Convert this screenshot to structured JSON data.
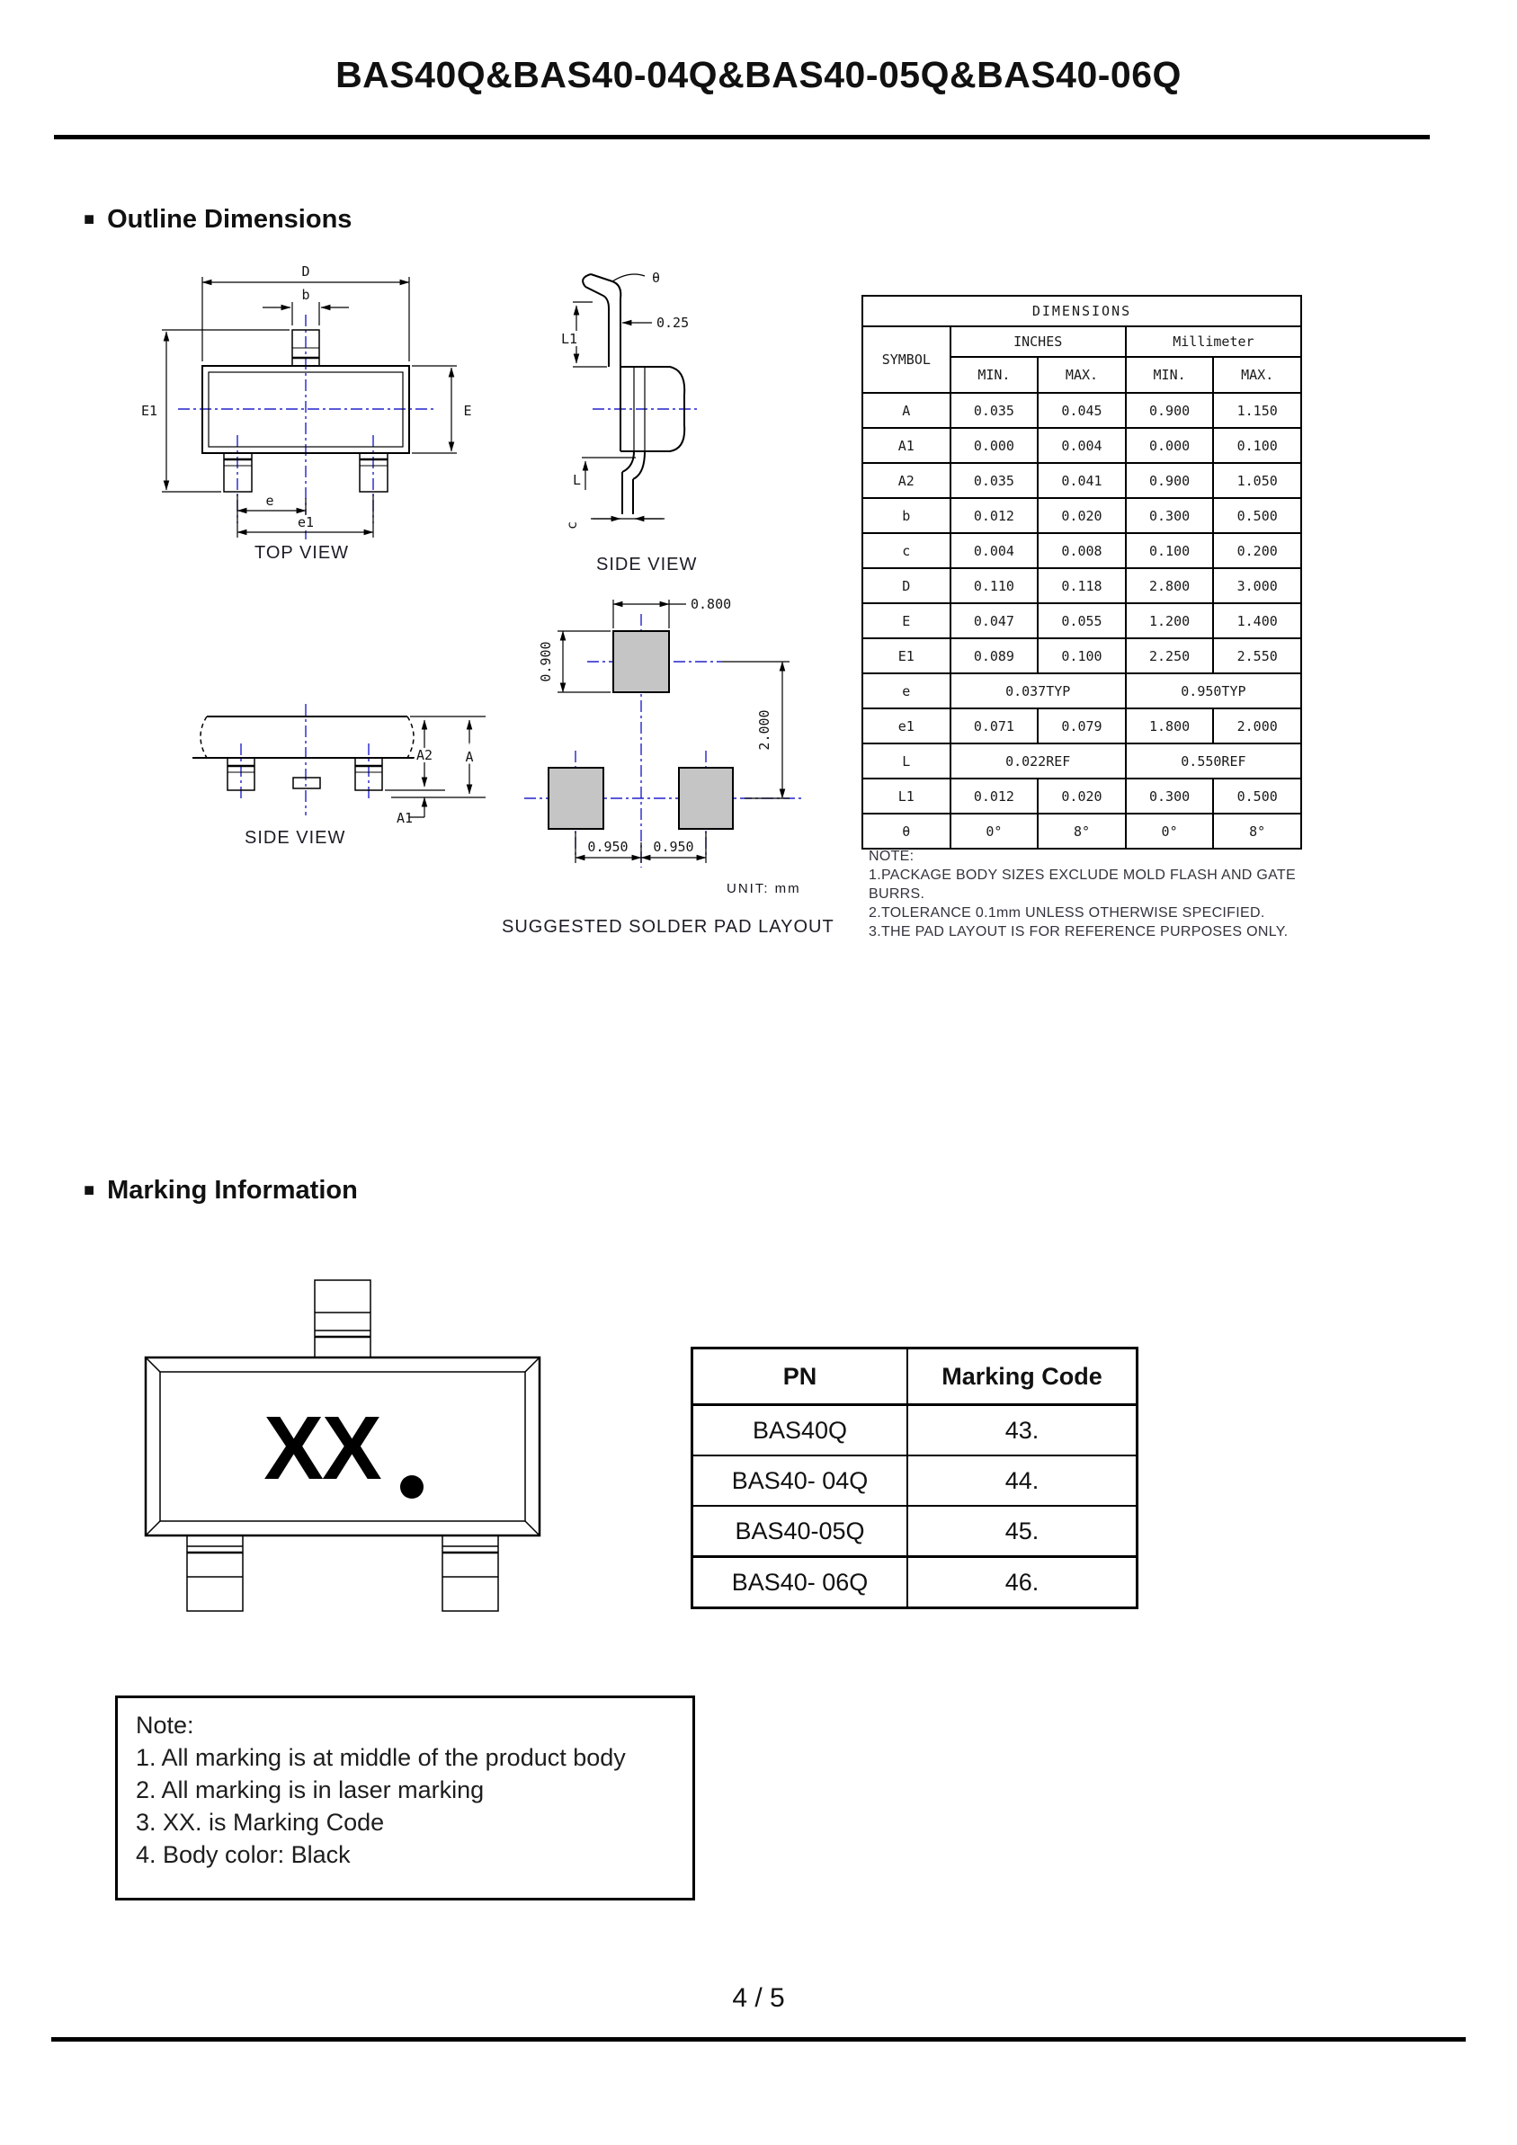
{
  "page": {
    "title": "BAS40Q&BAS40-04Q&BAS40-05Q&BAS40-06Q",
    "page_number": "4 / 5"
  },
  "sections": {
    "outline": {
      "bullet": "■",
      "heading": "Outline Dimensions"
    },
    "marking": {
      "bullet": "■",
      "heading": "Marking Information"
    }
  },
  "drawings": {
    "top_view": {
      "label": "TOP VIEW",
      "dim_D": "D",
      "dim_b": "b",
      "dim_E1": "E1",
      "dim_E": "E",
      "dim_e": "e",
      "dim_e1": "e1"
    },
    "side_view_right": {
      "label": "SIDE VIEW",
      "dim_theta": "θ",
      "dim_offset": "0.25",
      "dim_L1": "L1",
      "dim_L": "L",
      "dim_c": "c"
    },
    "side_view_left": {
      "label": "SIDE VIEW",
      "dim_A2": "A2",
      "dim_A": "A",
      "dim_A1": "A1"
    },
    "pad_layout": {
      "label": "SUGGESTED SOLDER PAD LAYOUT",
      "unit_label": "UNIT: mm",
      "dim_width": "0.800",
      "dim_height": "0.900",
      "dim_vpitch": "2.000",
      "dim_pitch_left": "0.950",
      "dim_pitch_right": "0.950"
    }
  },
  "dimensions_table": {
    "title": "DIMENSIONS",
    "symbol_header": "SYMBOL",
    "inches_header": "INCHES",
    "mm_header": "Millimeter",
    "min_header": "MIN.",
    "max_header": "MAX.",
    "rows": [
      {
        "symbol": "A",
        "in_min": "0.035",
        "in_max": "0.045",
        "mm_min": "0.900",
        "mm_max": "1.150"
      },
      {
        "symbol": "A1",
        "in_min": "0.000",
        "in_max": "0.004",
        "mm_min": "0.000",
        "mm_max": "0.100"
      },
      {
        "symbol": "A2",
        "in_min": "0.035",
        "in_max": "0.041",
        "mm_min": "0.900",
        "mm_max": "1.050"
      },
      {
        "symbol": "b",
        "in_min": "0.012",
        "in_max": "0.020",
        "mm_min": "0.300",
        "mm_max": "0.500"
      },
      {
        "symbol": "c",
        "in_min": "0.004",
        "in_max": "0.008",
        "mm_min": "0.100",
        "mm_max": "0.200"
      },
      {
        "symbol": "D",
        "in_min": "0.110",
        "in_max": "0.118",
        "mm_min": "2.800",
        "mm_max": "3.000"
      },
      {
        "symbol": "E",
        "in_min": "0.047",
        "in_max": "0.055",
        "mm_min": "1.200",
        "mm_max": "1.400"
      },
      {
        "symbol": "E1",
        "in_min": "0.089",
        "in_max": "0.100",
        "mm_min": "2.250",
        "mm_max": "2.550"
      },
      {
        "symbol": "e",
        "in_typ": "0.037TYP",
        "mm_typ": "0.950TYP"
      },
      {
        "symbol": "e1",
        "in_min": "0.071",
        "in_max": "0.079",
        "mm_min": "1.800",
        "mm_max": "2.000"
      },
      {
        "symbol": "L",
        "in_typ": "0.022REF",
        "mm_typ": "0.550REF"
      },
      {
        "symbol": "L1",
        "in_min": "0.012",
        "in_max": "0.020",
        "mm_min": "0.300",
        "mm_max": "0.500"
      },
      {
        "symbol": "θ",
        "in_min": "0°",
        "in_max": "8°",
        "mm_min": "0°",
        "mm_max": "8°"
      }
    ]
  },
  "outline_note": {
    "title": "NOTE:",
    "items": [
      "1.PACKAGE BODY SIZES EXCLUDE MOLD FLASH AND GATE BURRS.",
      "2.TOLERANCE 0.1mm UNLESS OTHERWISE SPECIFIED.",
      "3.THE PAD LAYOUT IS FOR REFERENCE PURPOSES ONLY."
    ]
  },
  "marking": {
    "code_text": "XX",
    "table": {
      "col_pn": "PN",
      "col_code": "Marking Code",
      "rows": [
        {
          "pn": "BAS40Q",
          "code": "43."
        },
        {
          "pn": "BAS40- 04Q",
          "code": "44."
        },
        {
          "pn": "BAS40-05Q",
          "code": "45."
        },
        {
          "pn": "BAS40- 06Q",
          "code": "46."
        }
      ]
    },
    "note": {
      "title": "Note:",
      "items": [
        "1. All marking is at middle of the product body",
        "2. All marking is in laser marking",
        "3. XX. is Marking Code",
        "4. Body color: Black"
      ]
    }
  },
  "colors": {
    "centerline": "#2222cc",
    "pad_fill": "#c5c5c5",
    "line": "#000000"
  }
}
